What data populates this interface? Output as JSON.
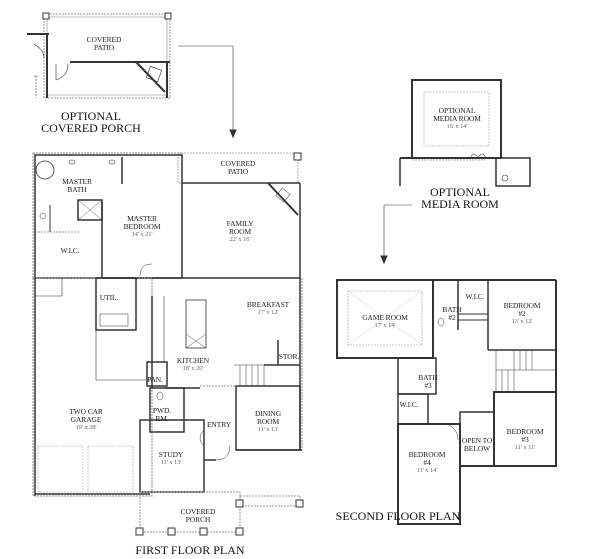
{
  "titles": {
    "optional_covered_porch": [
      "OPTIONAL",
      "COVERED PORCH"
    ],
    "optional_media_room": [
      "OPTIONAL",
      "MEDIA ROOM"
    ],
    "first_floor_plan": "FIRST FLOOR PLAN",
    "second_floor_plan": "SECOND FLOOR PLAN"
  },
  "optional_covered_porch": {
    "rooms": [
      {
        "name": [
          "COVERED",
          "PATIO"
        ],
        "dims": ""
      }
    ]
  },
  "optional_media_room": {
    "rooms": [
      {
        "name": [
          "OPTIONAL",
          "MEDIA ROOM"
        ],
        "dims": "16' x 14'"
      }
    ]
  },
  "first_floor": {
    "rooms": [
      {
        "id": "covered-patio",
        "name": [
          "COVERED",
          "PATIO"
        ],
        "dims": ""
      },
      {
        "id": "master-bath",
        "name": [
          "MASTER",
          "BATH"
        ],
        "dims": ""
      },
      {
        "id": "master-bedroom",
        "name": [
          "MASTER",
          "BEDROOM"
        ],
        "dims": "14' x 21'"
      },
      {
        "id": "family-room",
        "name": [
          "FAMILY",
          "ROOM"
        ],
        "dims": "22' x 16'"
      },
      {
        "id": "wic",
        "name": [
          "W.I.C."
        ],
        "dims": ""
      },
      {
        "id": "util",
        "name": [
          "UTIL."
        ],
        "dims": ""
      },
      {
        "id": "breakfast",
        "name": [
          "BREAKFAST"
        ],
        "dims": "17' x 12'"
      },
      {
        "id": "kitchen",
        "name": [
          "KITCHEN"
        ],
        "dims": "18' x 20'"
      },
      {
        "id": "stor",
        "name": [
          "STOR."
        ],
        "dims": ""
      },
      {
        "id": "pan",
        "name": [
          "PAN."
        ],
        "dims": ""
      },
      {
        "id": "two-car-garage",
        "name": [
          "TWO CAR",
          "GARAGE"
        ],
        "dims": "19' x 28'"
      },
      {
        "id": "pwd-rm",
        "name": [
          "PWD.",
          "RM."
        ],
        "dims": ""
      },
      {
        "id": "entry",
        "name": [
          "ENTRY"
        ],
        "dims": ""
      },
      {
        "id": "dining-room",
        "name": [
          "DINING",
          "ROOM"
        ],
        "dims": "11' x 13'"
      },
      {
        "id": "study",
        "name": [
          "STUDY"
        ],
        "dims": "11' x 13'"
      },
      {
        "id": "covered-porch",
        "name": [
          "COVERED",
          "PORCH"
        ],
        "dims": ""
      }
    ]
  },
  "second_floor": {
    "rooms": [
      {
        "id": "game-room",
        "name": [
          "GAME ROOM"
        ],
        "dims": "17' x 14'"
      },
      {
        "id": "bath-2",
        "name": [
          "BATH",
          "#2"
        ],
        "dims": ""
      },
      {
        "id": "wic-2",
        "name": [
          "W.I.C."
        ],
        "dims": ""
      },
      {
        "id": "bedroom-2",
        "name": [
          "BEDROOM",
          "#2"
        ],
        "dims": "13' x 12'"
      },
      {
        "id": "bath-3",
        "name": [
          "BATH",
          "#3"
        ],
        "dims": ""
      },
      {
        "id": "wic-4",
        "name": [
          "W.I.C."
        ],
        "dims": ""
      },
      {
        "id": "bedroom-4",
        "name": [
          "BEDROOM",
          "#4"
        ],
        "dims": "11' x 14'"
      },
      {
        "id": "open-to-below",
        "name": [
          "OPEN TO",
          "BELOW"
        ],
        "dims": ""
      },
      {
        "id": "bedroom-3",
        "name": [
          "BEDROOM",
          "#3"
        ],
        "dims": "11' x 11'"
      }
    ]
  }
}
